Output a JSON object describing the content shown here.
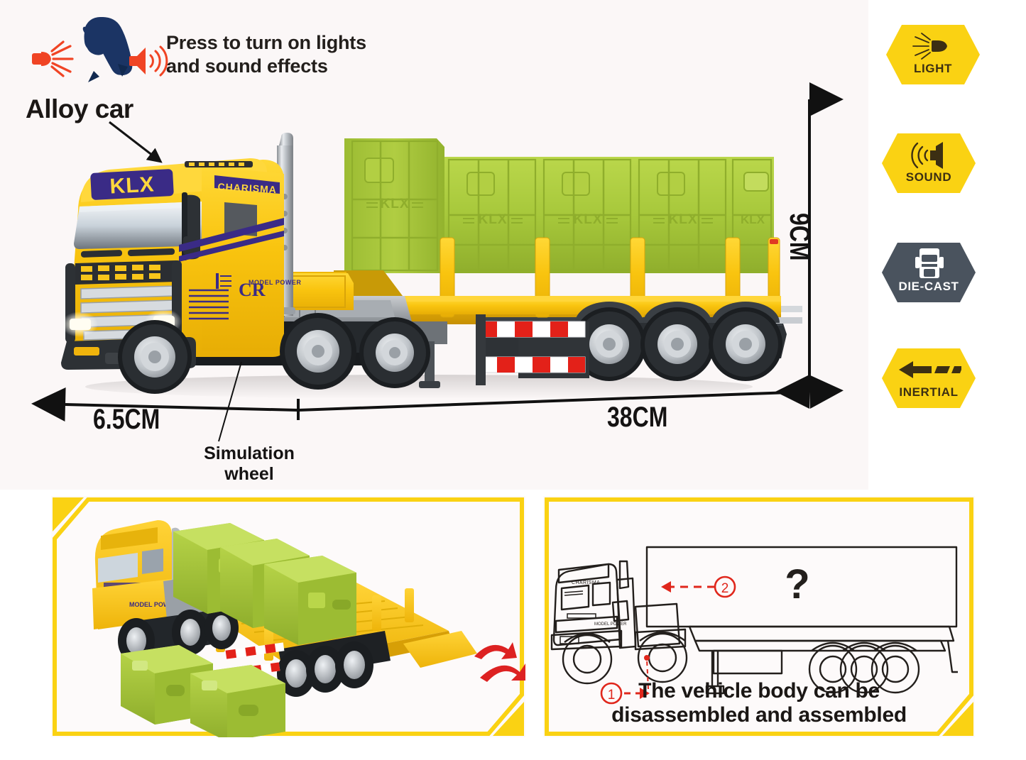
{
  "page": {
    "background_top": "#fbf7f7",
    "background_bottom": "#ffffff",
    "accent_yellow": "#fad213",
    "truck_yellow": "#f7c211",
    "container_green": "#a8c83c",
    "dark_slate": "#4a535e",
    "callout_red": "#f04424",
    "hand_navy": "#1b3464"
  },
  "hero": {
    "press_callout": {
      "line1": "Press to turn on lights",
      "line2": "and sound effects",
      "icons": [
        "light-flash-icon",
        "pointing-hand-icon",
        "speaker-sound-icon"
      ]
    },
    "alloy_label": "Alloy car",
    "simulation_wheel_label_line1": "Simulation",
    "simulation_wheel_label_line2": "wheel"
  },
  "dimensions": {
    "cab_length": "6.5CM",
    "total_length": "38CM",
    "height": "9CM"
  },
  "truck": {
    "cab_brand": "KLX",
    "cab_model": "CHARISMA",
    "cab_sub_brand": "MODEL POWER",
    "cab_logo": "CR",
    "container_logo": "KLX",
    "container_count": 5
  },
  "badges": [
    {
      "id": "light",
      "label": "LIGHT",
      "icon": "headlamp-icon",
      "fill": "#fad213",
      "text_color": "#3c2f13"
    },
    {
      "id": "sound",
      "label": "SOUND",
      "icon": "speaker-icon",
      "fill": "#fad213",
      "text_color": "#3c2f13"
    },
    {
      "id": "die-cast",
      "label": "DIE-CAST",
      "icon": "truck-front-icon",
      "fill": "#4a535e",
      "text_color": "#ffffff"
    },
    {
      "id": "inertial",
      "label": "INERTIAL",
      "icon": "motion-arrow-icon",
      "fill": "#fad213",
      "text_color": "#3c2f13"
    }
  ],
  "panels": {
    "left": {
      "name": "detachable-crates-photo",
      "caption": ""
    },
    "right": {
      "name": "assembly-diagram",
      "caption_line1": "The  vehicle body can be",
      "caption_line2": "disassembled and assembled",
      "callout_1": "1",
      "callout_2": "2",
      "question_mark": "?"
    }
  }
}
